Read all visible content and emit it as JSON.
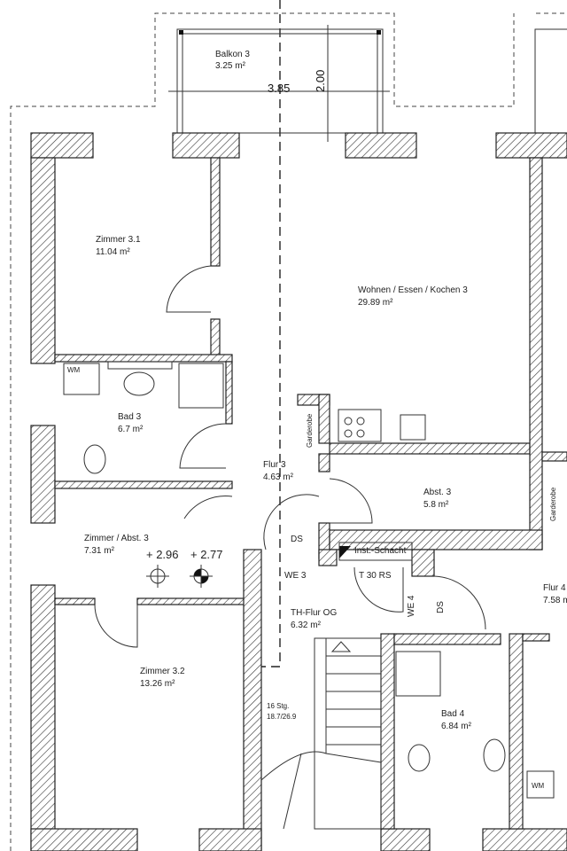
{
  "rooms": {
    "balkon": {
      "name": "Balkon 3",
      "area": "3.25 m²"
    },
    "zimmer31": {
      "name": "Zimmer 3.1",
      "area": "11.04 m²"
    },
    "wohnen": {
      "name": "Wohnen / Essen / Kochen 3",
      "area": "29.89 m²"
    },
    "bad3": {
      "name": "Bad 3",
      "area": "6.7 m²"
    },
    "flur3": {
      "name": "Flur 3",
      "area": "4.63 m²"
    },
    "abst3": {
      "name": "Abst. 3",
      "area": "5.8 m²"
    },
    "zimmerAbst3": {
      "name": "Zimmer / Abst. 3",
      "area": "7.31 m²"
    },
    "thflur": {
      "name": "TH-Flur OG",
      "area": "6.32 m²"
    },
    "flur4": {
      "name": "Flur 4",
      "area": "7.58 m"
    },
    "zimmer32": {
      "name": "Zimmer 3.2",
      "area": "13.26 m²"
    },
    "bad4": {
      "name": "Bad 4",
      "area": "6.84 m²"
    }
  },
  "labels": {
    "wm1": "WM",
    "wm2": "WM",
    "garderobe1": "Garderobe",
    "garderobe2": "Garderobe",
    "ds1": "DS",
    "ds2": "DS",
    "we3": "WE 3",
    "we4": "WE 4",
    "schacht": "Inst.-Schacht",
    "t30": "T 30 RS",
    "stairs_count": "16 Stg.",
    "stairs_ratio": "18.7/26.9"
  },
  "dimensions": {
    "balkon_width": "3.85",
    "balkon_depth": "2.00"
  },
  "levels": {
    "level1": "+ 2.96",
    "level2": "+ 2.77"
  }
}
